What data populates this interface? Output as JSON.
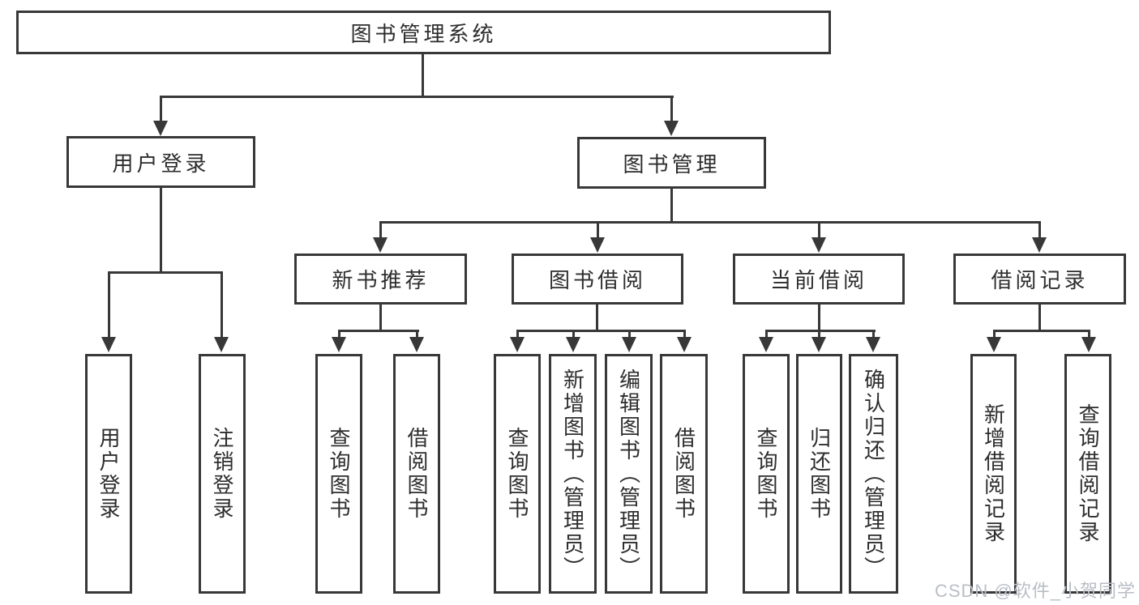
{
  "diagram_type": "hierarchy",
  "colors": {
    "line": "#383838",
    "text": "#2d2d2d",
    "watermark": "#b9bec5"
  },
  "watermark": {
    "text": "CSDN @软件_小贺同学"
  },
  "tree": {
    "label": "图书管理系统",
    "children": [
      {
        "label": "用户登录",
        "children": [
          {
            "label": "用户登录"
          },
          {
            "label": "注销登录"
          }
        ]
      },
      {
        "label": "图书管理",
        "children": [
          {
            "label": "新书推荐",
            "children": [
              {
                "label": "查询图书"
              },
              {
                "label": "借阅图书"
              }
            ]
          },
          {
            "label": "图书借阅",
            "children": [
              {
                "label": "查询图书"
              },
              {
                "label": "新增图书（管理员）"
              },
              {
                "label": "编辑图书（管理员）"
              },
              {
                "label": "借阅图书"
              }
            ]
          },
          {
            "label": "当前借阅",
            "children": [
              {
                "label": "查询图书"
              },
              {
                "label": "归还图书"
              },
              {
                "label": "确认归还（管理员）"
              }
            ]
          },
          {
            "label": "借阅记录",
            "children": [
              {
                "label": "新增借阅记录"
              },
              {
                "label": "查询借阅记录"
              }
            ]
          }
        ]
      }
    ]
  }
}
